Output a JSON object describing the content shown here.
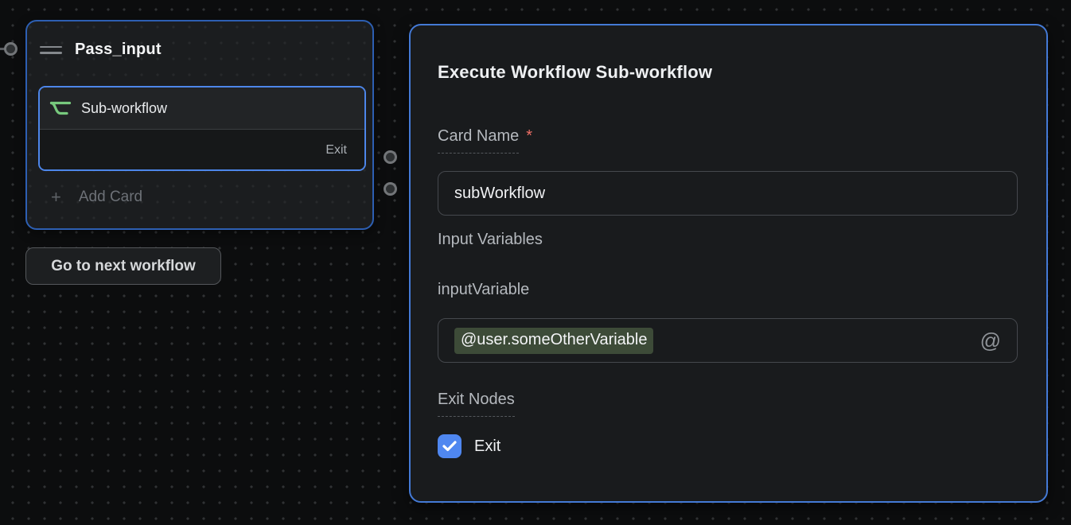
{
  "canvas": {
    "node": {
      "title": "Pass_input",
      "card": {
        "label": "Sub-workflow",
        "exit_label": "Exit"
      },
      "add_card": {
        "plus": "+",
        "label": "Add Card"
      }
    },
    "next_button_label": "Go to next workflow"
  },
  "panel": {
    "title": "Execute Workflow Sub-workflow",
    "card_name": {
      "label": "Card Name",
      "required_marker": "*",
      "value": "subWorkflow"
    },
    "input_variables_label": "Input Variables",
    "input_variable": {
      "label": "inputVariable",
      "token": "@user.someOtherVariable"
    },
    "exit_nodes": {
      "label": "Exit Nodes",
      "checkbox_label": "Exit",
      "checked": true
    }
  },
  "icons": {
    "at_sign": "@",
    "drag_handle": "drag-handle-icon",
    "sub_workflow": "sub-workflow-curve-icon",
    "checkmark": "check-icon"
  },
  "colors": {
    "canvas_bg": "#0c0d0e",
    "node_bg": "#1b1d1f",
    "node_border": "#2d5fb2",
    "card_border": "#4d86ea",
    "panel_border": "#447ad6",
    "token_bg": "#3d4b38",
    "icon_green": "#77c97d",
    "checkbox_blue": "#4f87f0",
    "asterisk_red": "#ee6f66"
  }
}
